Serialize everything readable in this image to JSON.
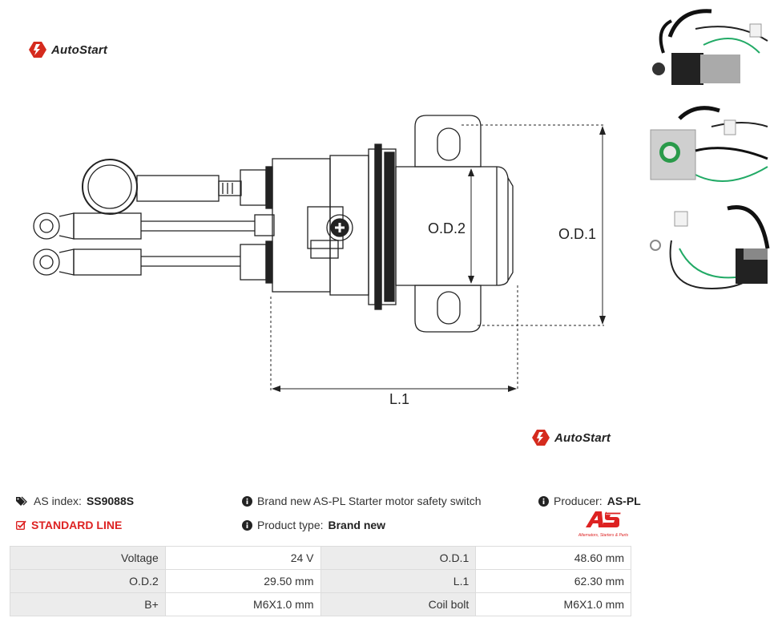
{
  "brand": {
    "name": "AutoStart"
  },
  "drawing": {
    "labels": {
      "od2": "O.D.2",
      "od1": "O.D.1",
      "l1": "L.1"
    }
  },
  "thumbnails": [
    {
      "name": "product-photo-1"
    },
    {
      "name": "product-photo-2"
    },
    {
      "name": "product-photo-3"
    }
  ],
  "info": {
    "index_label": "AS index:",
    "index_value": "SS9088S",
    "description": "Brand new AS-PL Starter motor safety switch",
    "producer_label": "Producer:",
    "producer_value": "AS-PL",
    "line": "STANDARD LINE",
    "type_label": "Product type:",
    "type_value": "Brand new",
    "producer_logo_sub": "Alternators, Starters & Parts"
  },
  "specs": [
    [
      "Voltage",
      "24 V",
      "O.D.1",
      "48.60 mm"
    ],
    [
      "O.D.2",
      "29.50 mm",
      "L.1",
      "62.30 mm"
    ],
    [
      "B+",
      "M6X1.0 mm",
      "Coil bolt",
      "M6X1.0 mm"
    ]
  ],
  "colors": {
    "accent": "#dd2222",
    "logo_red": "#d52b1e",
    "line": "#222222"
  }
}
